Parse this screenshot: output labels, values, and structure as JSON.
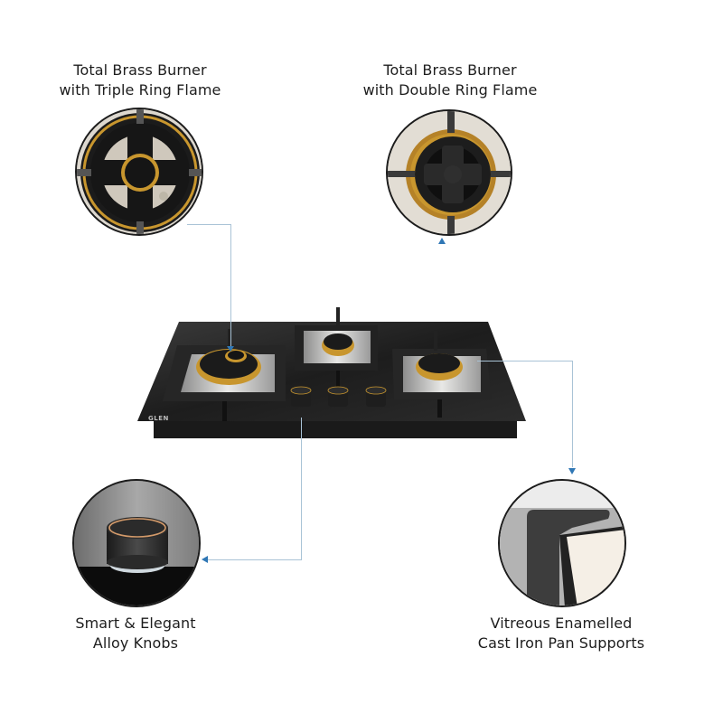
{
  "brand": "GLEN",
  "features": [
    {
      "id": "triple-ring-burner",
      "line1": "Total Brass Burner",
      "line2": "with Triple Ring Flame"
    },
    {
      "id": "double-ring-burner",
      "line1": "Total Brass Burner",
      "line2": "with Double Ring Flame"
    },
    {
      "id": "alloy-knobs",
      "line1": "Smart & Elegant",
      "line2": "Alloy Knobs"
    },
    {
      "id": "pan-supports",
      "line1": "Vitreous Enamelled",
      "line2": "Cast Iron Pan Supports"
    }
  ],
  "colors": {
    "connector": "#a9c3d6",
    "arrow": "#2f77b5",
    "brass": "#c8962e",
    "glass": "#1b1b1b"
  }
}
